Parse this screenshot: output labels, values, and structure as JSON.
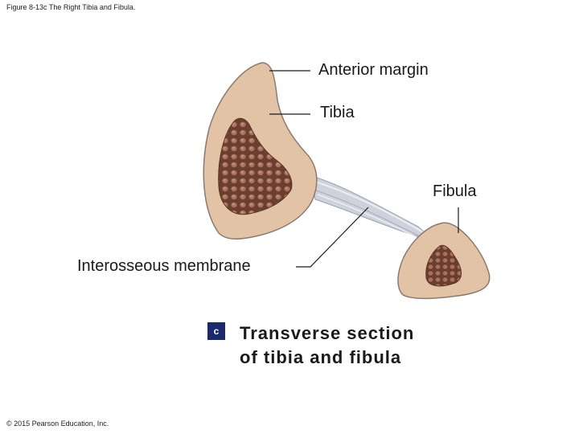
{
  "caption": "Figure 8-13c The Right Tibia and Fibula.",
  "labels": {
    "anterior_margin": "Anterior margin",
    "tibia": "Tibia",
    "fibula": "Fibula",
    "interosseous_membrane": "Interosseous membrane"
  },
  "panel": {
    "letter": "c",
    "title_line1": "Transverse section",
    "title_line2": "of tibia and fibula"
  },
  "copyright": "© 2015 Pearson Education, Inc.",
  "colors": {
    "bone": "#e3c3a6",
    "bone_outline": "#8a7a70",
    "marrow": "#8a5a4a",
    "marrow_dark": "#5a3528",
    "membrane": "#c9ccd6",
    "badge": "#1b2a6b"
  }
}
